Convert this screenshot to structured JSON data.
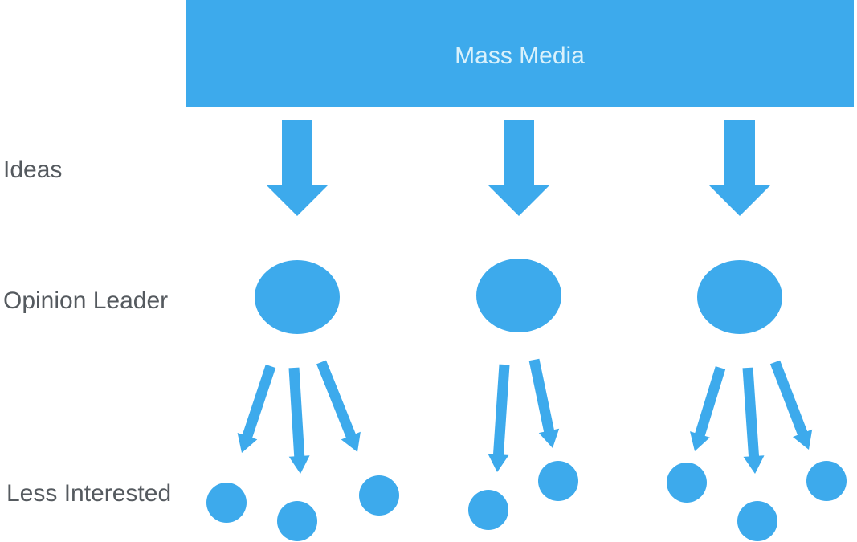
{
  "colors": {
    "primary": "#3daaec",
    "media_text": "#d9f1fb",
    "label_text": "#555a5f",
    "background": "#ffffff"
  },
  "diagram": {
    "top_box_label": "Mass Media",
    "row_labels": {
      "ideas": "Ideas",
      "opinion_leader": "Opinion Leader",
      "less_interested": "Less Interested"
    }
  }
}
